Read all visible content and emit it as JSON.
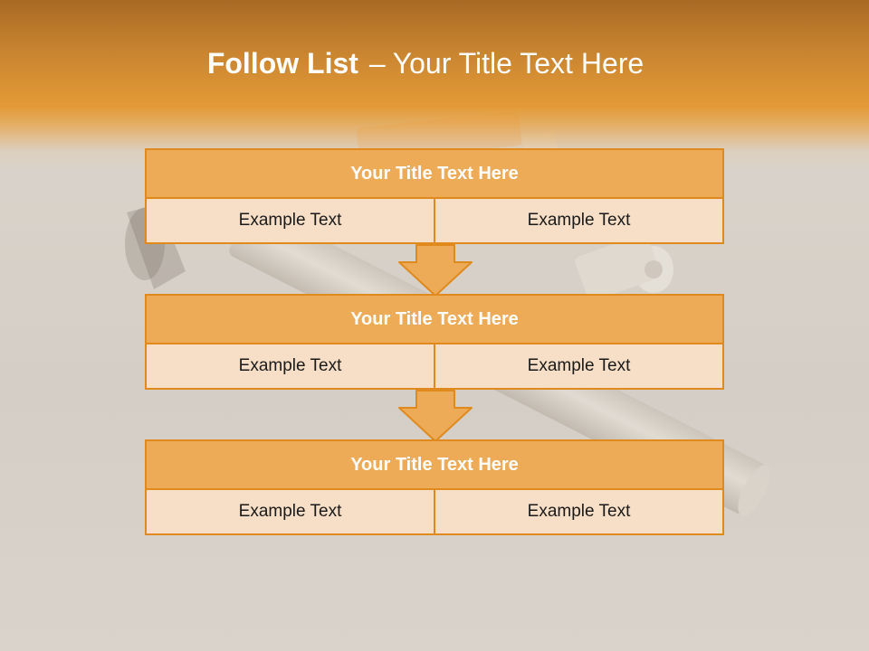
{
  "title": {
    "bold": "Follow List",
    "separator": "–",
    "rest": "Your Title Text Here"
  },
  "blocks": [
    {
      "title": "Your Title Text Here",
      "cells": [
        "Example Text",
        "Example Text"
      ]
    },
    {
      "title": "Your Title Text Here",
      "cells": [
        "Example Text",
        "Example Text"
      ]
    },
    {
      "title": "Your Title Text Here",
      "cells": [
        "Example Text",
        "Example Text"
      ]
    }
  ],
  "colors": {
    "accent": "#e08a1e",
    "header_fill": "#edab58",
    "cell_fill": "#f7dfc7",
    "band_top": "#a86a24",
    "band_mid": "#e39a36",
    "background": "#d6d0c8"
  },
  "background_image": "cigarettes-photo"
}
